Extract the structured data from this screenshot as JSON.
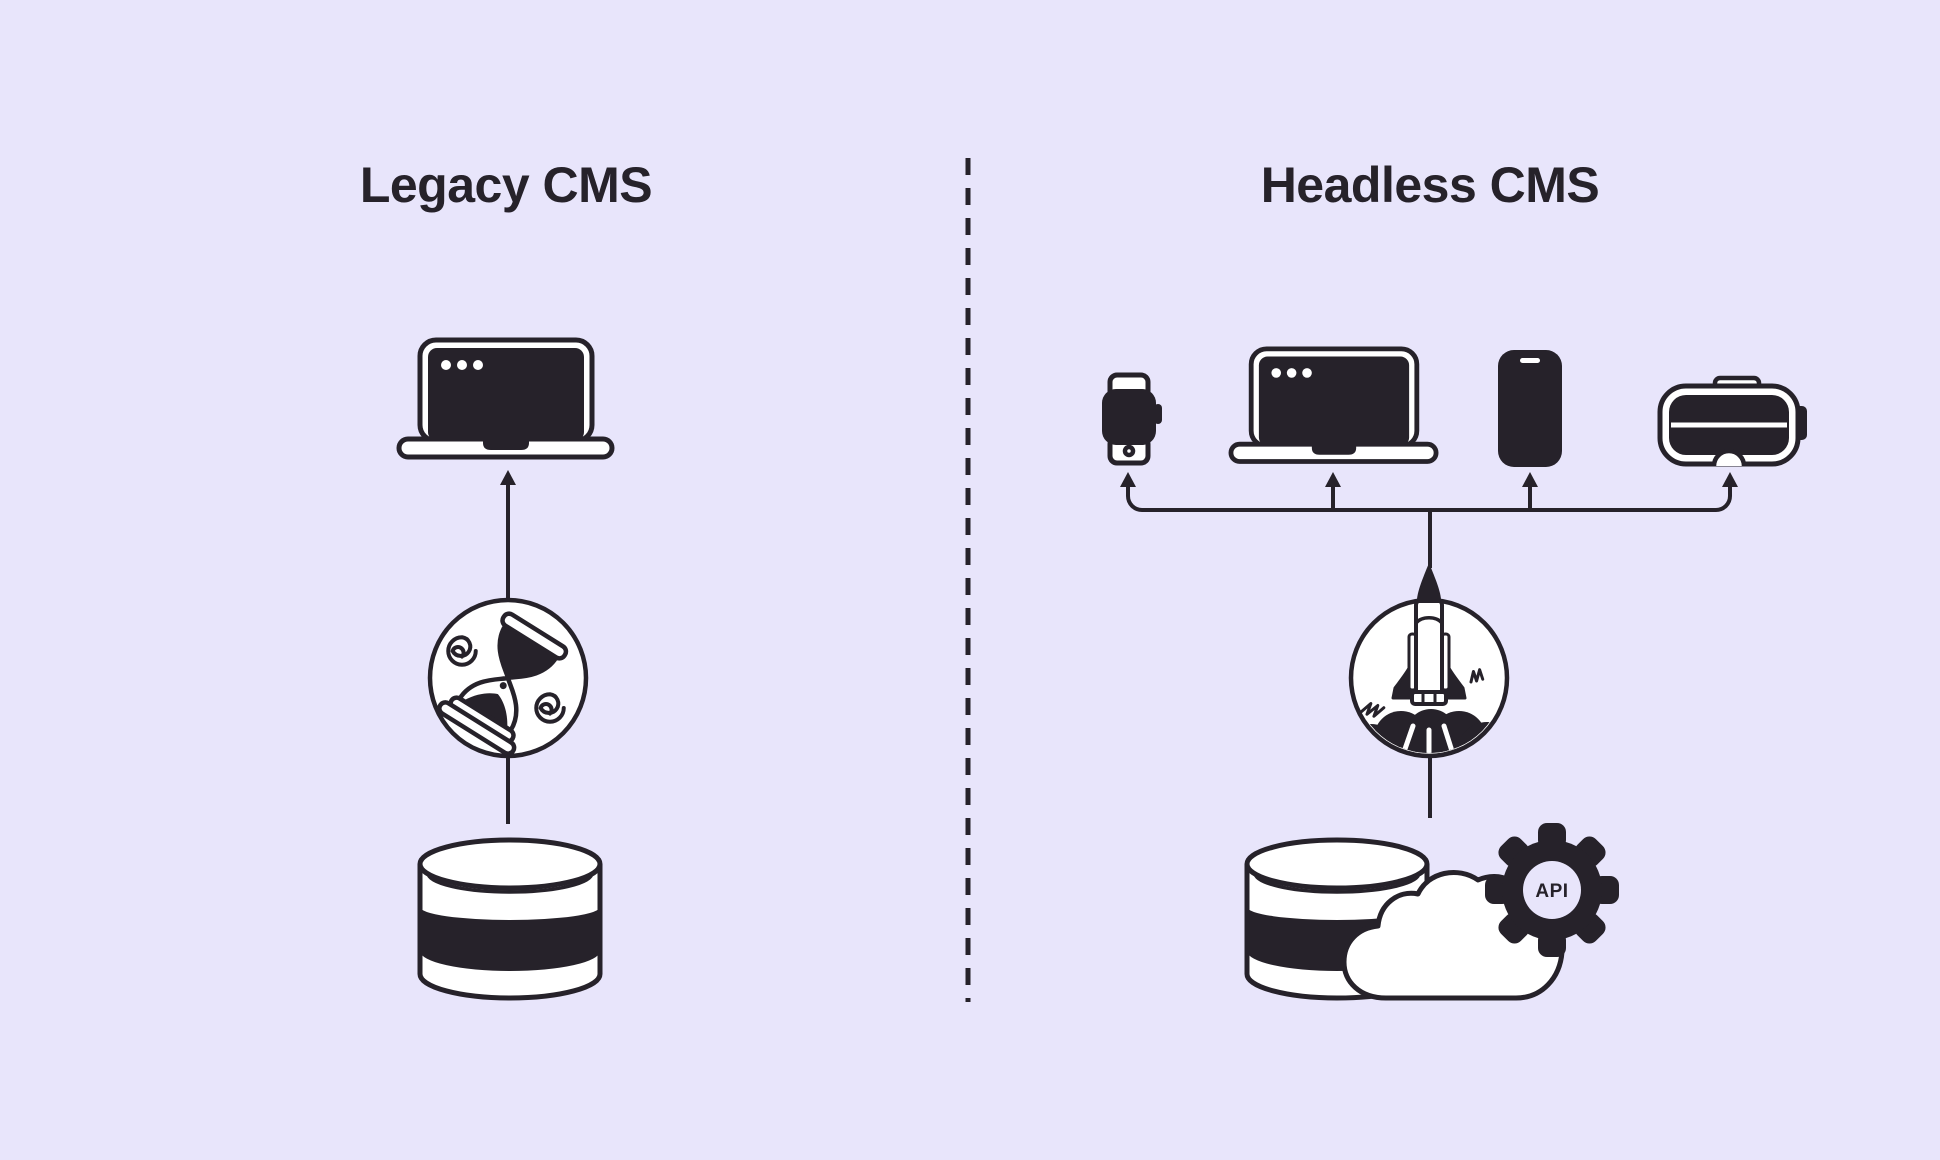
{
  "colors": {
    "background": "#e8e5fb",
    "ink": "#26222a",
    "white": "#ffffff"
  },
  "divider": {
    "style": "dashed-vertical-line"
  },
  "left_panel": {
    "title": "Legacy CMS",
    "flow": [
      {
        "icon": "laptop-icon"
      },
      {
        "icon": "arrow-up-icon"
      },
      {
        "icon": "hourglass-icon"
      },
      {
        "icon": "connector-line"
      },
      {
        "icon": "database-icon"
      }
    ]
  },
  "right_panel": {
    "title": "Headless CMS",
    "api_label": "API",
    "devices": [
      {
        "icon": "smartwatch-icon"
      },
      {
        "icon": "laptop-icon"
      },
      {
        "icon": "smartphone-icon"
      },
      {
        "icon": "vr-headset-icon"
      }
    ],
    "flow": [
      {
        "icon": "distribution-arrows-icon"
      },
      {
        "icon": "rocket-launch-icon"
      },
      {
        "icon": "database-icon"
      },
      {
        "icon": "cloud-icon"
      },
      {
        "icon": "api-gear-icon"
      }
    ]
  }
}
